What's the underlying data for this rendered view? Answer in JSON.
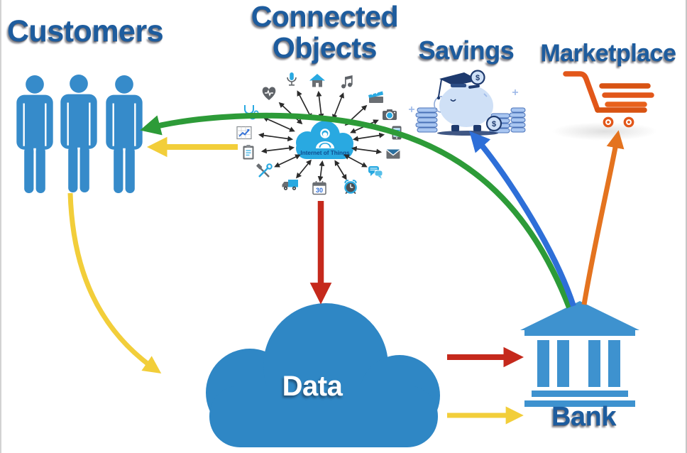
{
  "titles": {
    "customers": "Customers",
    "connected_line1": "Connected",
    "connected_line2": "Objects",
    "savings": "Savings",
    "marketplace": "Marketplace",
    "data": "Data",
    "bank": "Bank"
  },
  "iot": {
    "hub_label": "Internet of Things",
    "calendar_day": "30",
    "icons": [
      "heart-pulse",
      "microphone",
      "smart-home",
      "music-notes",
      "movie-clapper",
      "stethoscope",
      "camera",
      "analytics-chart",
      "tablet",
      "clipboard",
      "email",
      "tools",
      "chat-bubbles",
      "delivery-truck",
      "calendar",
      "alarm-clock"
    ]
  },
  "savings_graphic": {
    "coin_symbol": "$"
  },
  "colors": {
    "title_blue": "#1d5c9e",
    "figure_blue": "#368bca",
    "cloud_blue": "#2f87c5",
    "bank_blue": "#3e92cf",
    "iot_accent_blue": "#29a9e1",
    "cart_orange": "#e2571a",
    "piggy_light": "#cfe0f6",
    "piggy_navy": "#1e3a6e"
  },
  "arrows": [
    {
      "name": "bank-to-customers",
      "color": "#2d9b38"
    },
    {
      "name": "iot-to-customers",
      "color": "#f2ce3a"
    },
    {
      "name": "customers-to-data",
      "color": "#f2ce3a"
    },
    {
      "name": "iot-to-data",
      "color": "#c5291c"
    },
    {
      "name": "data-to-bank-top",
      "color": "#c5291c"
    },
    {
      "name": "data-to-bank-bottom",
      "color": "#f2ce3a"
    },
    {
      "name": "bank-to-savings",
      "color": "#2e6fd8"
    },
    {
      "name": "bank-to-marketplace",
      "color": "#e4731f"
    }
  ]
}
